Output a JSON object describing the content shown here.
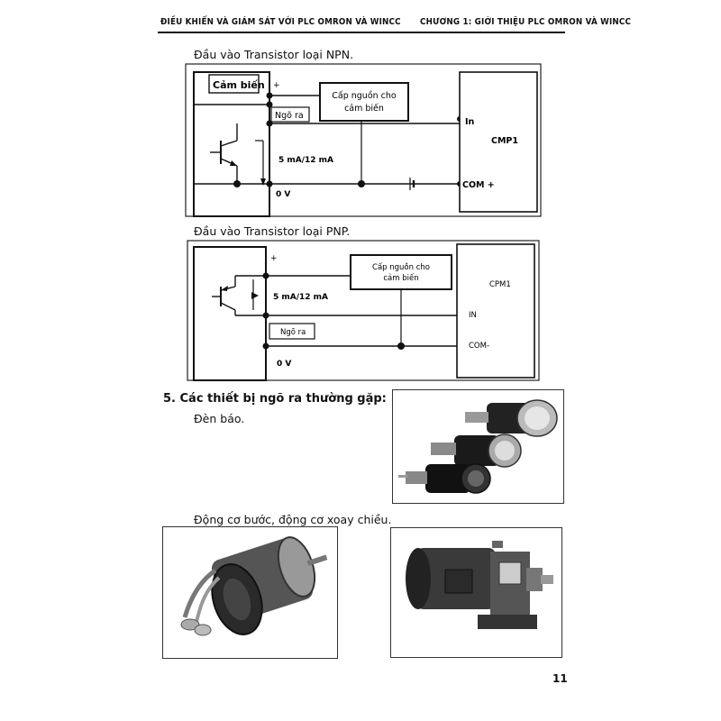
{
  "header": {
    "left": "ĐIỀU KHIỂN VÀ GIÁM SÁT VỚI PLC OMRON VÀ WINCC",
    "right": "CHƯƠNG 1: GIỚI THIỆU PLC OMRON VÀ WINCC"
  },
  "npn": {
    "caption": "Đầu vào Transistor loại NPN.",
    "sensor_label": "Cảm biến",
    "plus": "+",
    "power_label_1": "Cấp nguồn cho",
    "power_label_2": "cảm biến",
    "output_label": "Ngõ ra",
    "current_label": "5 mA/12 mA",
    "zero_v": "0 V",
    "in_label": "In",
    "cpm_label": "CMP1",
    "com_label": "COM +"
  },
  "pnp": {
    "caption": "Đầu vào Transistor loại PNP.",
    "plus": "+",
    "power_label_1": "Cấp nguồn cho",
    "power_label_2": "cảm biến",
    "current_label": "5 mA/12 mA",
    "output_label": "Ngõ ra",
    "zero_v": "0 V",
    "cpm_label": "CPM1",
    "in_label": "IN",
    "com_label": "COM-"
  },
  "section5": {
    "title": "5. Các thiết bị ngõ ra thường gặp:",
    "item1": "Đèn báo.",
    "item2": "Động cơ bước, động cơ xoay chiều."
  },
  "footer": {
    "page_number": "11"
  }
}
